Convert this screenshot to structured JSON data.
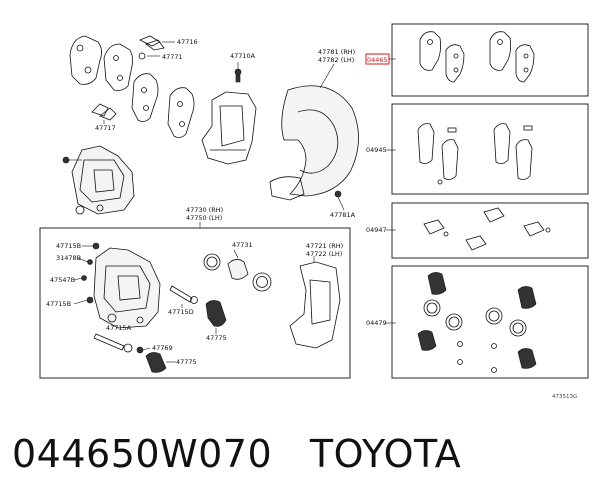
{
  "labels": {
    "l47716": "47716",
    "l47771": "47771",
    "l47717": "47717",
    "l47710a": "47710A",
    "l47781rh": "47781 (RH)",
    "l47782lh": "47782 (LH)",
    "l47781a": "47781A",
    "l47730rh": "47730 (RH)",
    "l47750lh": "47750 (LH)",
    "l47715b1": "47715B",
    "l31478b": "31478B",
    "l47547b": "47547B",
    "l47715b2": "47715B",
    "l47715a": "47715A",
    "l47715d": "47715D",
    "l47731": "47731",
    "l47721rh": "47721 (RH)",
    "l47722lh": "47722 (LH)",
    "l47775a": "47775",
    "l47769": "47769",
    "l47775b": "47775",
    "l04465": "04465",
    "l04945": "04945",
    "l04947": "04947",
    "l04479": "04479",
    "code": "473513G"
  },
  "colors": {
    "highlight": "#d41a1a"
  },
  "caption": "044650W070   TOYOTA"
}
